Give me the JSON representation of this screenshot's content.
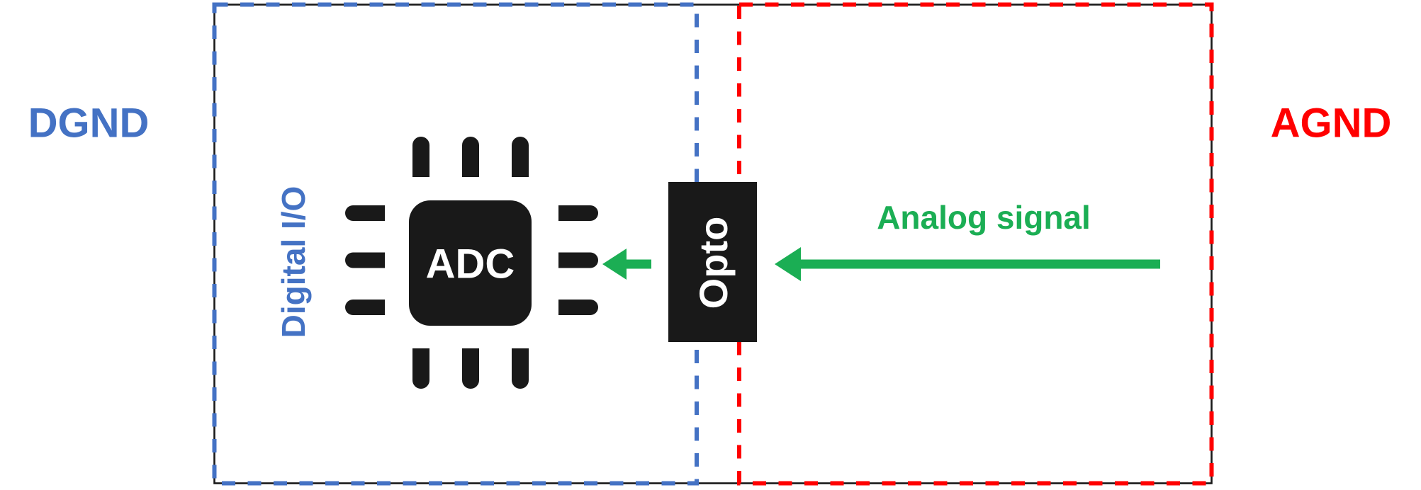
{
  "diagram": {
    "digital_domain": {
      "ground_label": "DGND",
      "io_label": "Digital I/O",
      "chip_label": "ADC"
    },
    "isolation_block": {
      "label": "Opto"
    },
    "analog_domain": {
      "ground_label": "AGND",
      "signal_label": "Analog signal"
    },
    "icons": {
      "chip": "microchip-icon",
      "isolator": "opto-isolator-block",
      "signal_flow": "left-arrow-icon"
    },
    "colors": {
      "digital_blue": "#4472C4",
      "analog_red": "#FF0000",
      "signal_green": "#1BAE54",
      "component_black": "#191919"
    }
  }
}
